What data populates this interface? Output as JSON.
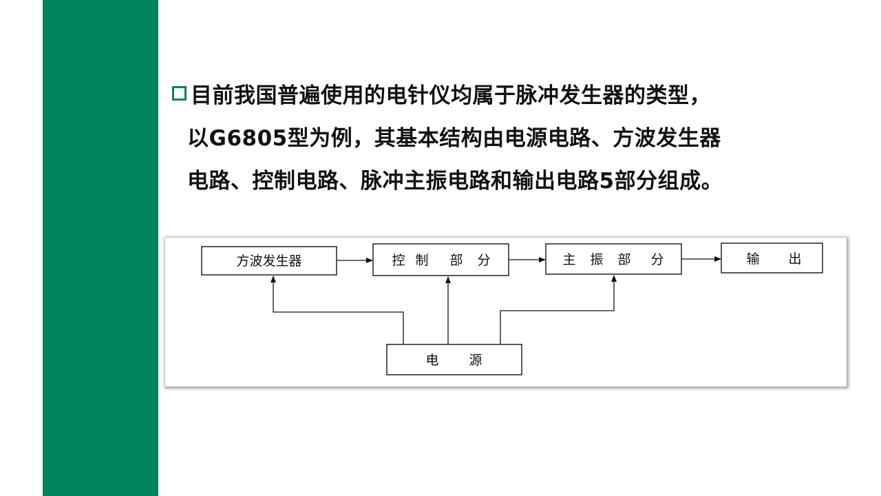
{
  "content": {
    "lines": [
      "目前我国普遍使用的电针仪均属于脉冲发生器的类型，",
      "以G6805型为例，其基本结构由电源电路、方波发生器",
      "电路、控制电路、脉冲主振电路和输出电路5部分组成。"
    ]
  },
  "diagram": {
    "nodes": {
      "square_wave": "方波发生器",
      "control_1": "控",
      "control_2": "制",
      "control_3": "部",
      "control_4": "分",
      "oscillator_1": "主",
      "oscillator_2": "振",
      "oscillator_3": "部",
      "oscillator_4": "分",
      "output_1": "输",
      "output_2": "出",
      "power_1": "电",
      "power_2": "源"
    }
  },
  "colors": {
    "accent": "#00845c"
  }
}
